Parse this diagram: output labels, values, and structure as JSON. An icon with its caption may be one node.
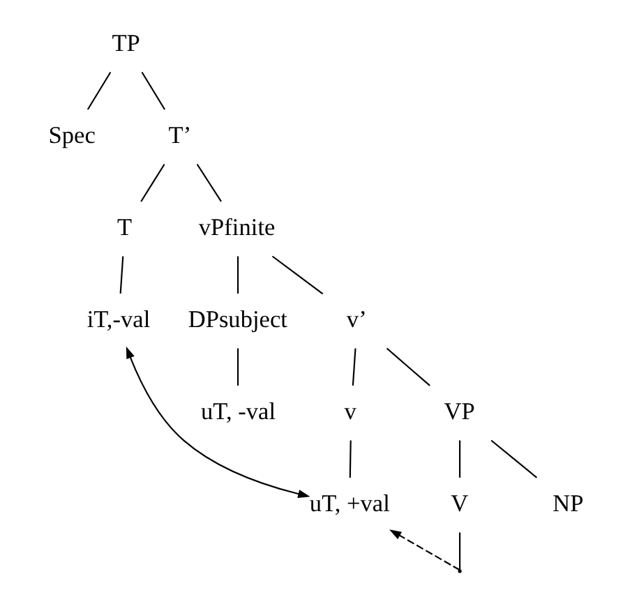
{
  "diagram": {
    "nodes": [
      {
        "text": [
          "TP"
        ]
      },
      {
        "text": [
          "Spec"
        ]
      },
      {
        "text": [
          "T’"
        ]
      },
      {
        "text": [
          "T"
        ]
      },
      {
        "text": [
          "vPfinite"
        ]
      },
      {
        "text": [
          "iT,-val"
        ]
      },
      {
        "text": [
          "DPsubject"
        ]
      },
      {
        "text": [
          "v’"
        ]
      },
      {
        "text": [
          "uT, -val"
        ]
      },
      {
        "text": [
          "v"
        ]
      },
      {
        "text": [
          "VP"
        ]
      },
      {
        "text": [
          "uT, +val"
        ]
      },
      {
        "text": [
          "V"
        ]
      },
      {
        "text": [
          "NP"
        ]
      },
      {
        "text": [],
        "shape": "point"
      }
    ],
    "edges": [
      {
        "from": 0,
        "to": 1,
        "arrow": "none"
      },
      {
        "from": 0,
        "to": 2,
        "arrow": "none"
      },
      {
        "from": 2,
        "to": 3,
        "arrow": "none"
      },
      {
        "from": 2,
        "to": 4,
        "arrow": "none"
      },
      {
        "from": 3,
        "to": 5,
        "arrow": "none"
      },
      {
        "from": 4,
        "to": 6,
        "arrow": "none"
      },
      {
        "from": 4,
        "to": 7,
        "arrow": "none"
      },
      {
        "from": 6,
        "to": 8,
        "arrow": "none"
      },
      {
        "from": 7,
        "to": 9,
        "arrow": "none"
      },
      {
        "from": 7,
        "to": 10,
        "arrow": "none"
      },
      {
        "from": 9,
        "to": 11,
        "arrow": "none"
      },
      {
        "from": 10,
        "to": 12,
        "arrow": "none"
      },
      {
        "from": 10,
        "to": 13,
        "arrow": "none"
      },
      {
        "from": 12,
        "to": 14,
        "arrow": "none"
      },
      {
        "from": 11,
        "to": 5,
        "arrow": "both"
      },
      {
        "from": 14,
        "to": 11,
        "arrow": "to",
        "style": "dashed"
      }
    ]
  }
}
